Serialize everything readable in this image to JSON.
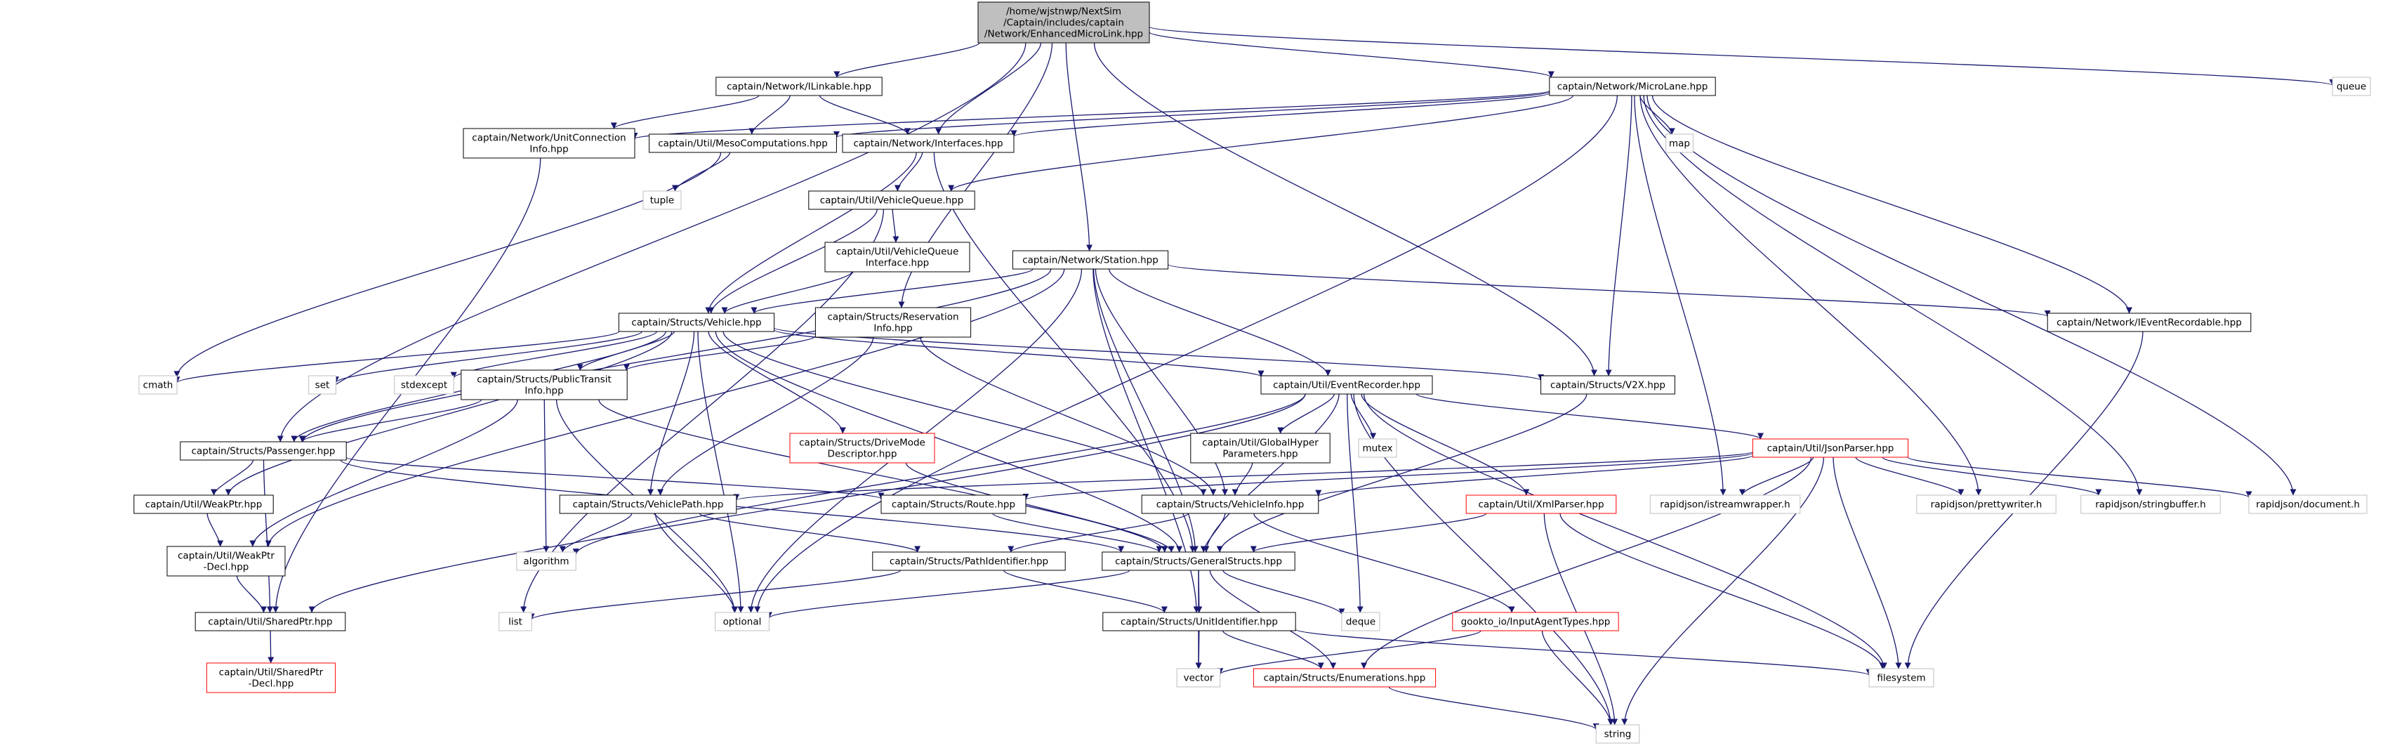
{
  "colors": {
    "edge": "#191970",
    "normal_border": "#000000",
    "external_border": "#bfbfbf",
    "missing_border": "#ff0000",
    "root_fill": "#bfbfbf",
    "text": "#000000"
  },
  "nodes": [
    {
      "id": "root",
      "kind": "root",
      "lines": [
        "/home/wjstnwp/NextSim",
        "/Captain/includes/captain",
        "/Network/EnhancedMicroLink.hpp"
      ]
    },
    {
      "id": "ilinkable",
      "kind": "normal",
      "lines": [
        "captain/Network/ILinkable.hpp"
      ]
    },
    {
      "id": "microlane",
      "kind": "normal",
      "lines": [
        "captain/Network/MicroLane.hpp"
      ]
    },
    {
      "id": "queue",
      "kind": "external",
      "lines": [
        "queue"
      ]
    },
    {
      "id": "unitconn",
      "kind": "normal",
      "lines": [
        "captain/Network/UnitConnection",
        "Info.hpp"
      ]
    },
    {
      "id": "meso",
      "kind": "normal",
      "lines": [
        "captain/Util/MesoComputations.hpp"
      ]
    },
    {
      "id": "interfaces",
      "kind": "normal",
      "lines": [
        "captain/Network/Interfaces.hpp"
      ]
    },
    {
      "id": "map",
      "kind": "external",
      "lines": [
        "map"
      ]
    },
    {
      "id": "tuple",
      "kind": "external",
      "lines": [
        "tuple"
      ]
    },
    {
      "id": "vqueue",
      "kind": "normal",
      "lines": [
        "captain/Util/VehicleQueue.hpp"
      ]
    },
    {
      "id": "vqiface",
      "kind": "normal",
      "lines": [
        "captain/Util/VehicleQueue",
        "Interface.hpp"
      ]
    },
    {
      "id": "station",
      "kind": "normal",
      "lines": [
        "captain/Network/Station.hpp"
      ]
    },
    {
      "id": "vehicle",
      "kind": "normal",
      "lines": [
        "captain/Structs/Vehicle.hpp"
      ]
    },
    {
      "id": "resinfo",
      "kind": "normal",
      "lines": [
        "captain/Structs/Reservation",
        "Info.hpp"
      ]
    },
    {
      "id": "ieventrec",
      "kind": "normal",
      "lines": [
        "captain/Network/IEventRecordable.hpp"
      ]
    },
    {
      "id": "cmath",
      "kind": "external",
      "lines": [
        "cmath"
      ]
    },
    {
      "id": "set",
      "kind": "external",
      "lines": [
        "set"
      ]
    },
    {
      "id": "stdexcept",
      "kind": "external",
      "lines": [
        "stdexcept"
      ]
    },
    {
      "id": "pubtransit",
      "kind": "normal",
      "lines": [
        "captain/Structs/PublicTransit",
        "Info.hpp"
      ]
    },
    {
      "id": "eventrec",
      "kind": "normal",
      "lines": [
        "captain/Util/EventRecorder.hpp"
      ]
    },
    {
      "id": "v2x",
      "kind": "normal",
      "lines": [
        "captain/Structs/V2X.hpp"
      ]
    },
    {
      "id": "drivemode",
      "kind": "missing",
      "lines": [
        "captain/Structs/DriveMode",
        "Descriptor.hpp"
      ]
    },
    {
      "id": "mutex",
      "kind": "external",
      "lines": [
        "mutex"
      ]
    },
    {
      "id": "globalhyper",
      "kind": "normal",
      "lines": [
        "captain/Util/GlobalHyper",
        "Parameters.hpp"
      ]
    },
    {
      "id": "jsonparser",
      "kind": "missing",
      "lines": [
        "captain/Util/JsonParser.hpp"
      ]
    },
    {
      "id": "passenger",
      "kind": "normal",
      "lines": [
        "captain/Structs/Passenger.hpp"
      ]
    },
    {
      "id": "weakptr",
      "kind": "normal",
      "lines": [
        "captain/Util/WeakPtr.hpp"
      ]
    },
    {
      "id": "vpath",
      "kind": "normal",
      "lines": [
        "captain/Structs/VehiclePath.hpp"
      ]
    },
    {
      "id": "route",
      "kind": "normal",
      "lines": [
        "captain/Structs/Route.hpp"
      ]
    },
    {
      "id": "vinfo",
      "kind": "normal",
      "lines": [
        "captain/Structs/VehicleInfo.hpp"
      ]
    },
    {
      "id": "xmlparser",
      "kind": "missing",
      "lines": [
        "captain/Util/XmlParser.hpp"
      ]
    },
    {
      "id": "rjistream",
      "kind": "external",
      "lines": [
        "rapidjson/istreamwrapper.h"
      ]
    },
    {
      "id": "rjpretty",
      "kind": "external",
      "lines": [
        "rapidjson/prettywriter.h"
      ]
    },
    {
      "id": "rjsbuf",
      "kind": "external",
      "lines": [
        "rapidjson/stringbuffer.h"
      ]
    },
    {
      "id": "rjdoc",
      "kind": "external",
      "lines": [
        "rapidjson/document.h"
      ]
    },
    {
      "id": "weakptrdecl",
      "kind": "normal",
      "lines": [
        "captain/Util/WeakPtr",
        "-Decl.hpp"
      ]
    },
    {
      "id": "algorithm",
      "kind": "external",
      "lines": [
        "algorithm"
      ]
    },
    {
      "id": "pathid",
      "kind": "normal",
      "lines": [
        "captain/Structs/PathIdentifier.hpp"
      ]
    },
    {
      "id": "general",
      "kind": "normal",
      "lines": [
        "captain/Structs/GeneralStructs.hpp"
      ]
    },
    {
      "id": "sharedptr",
      "kind": "normal",
      "lines": [
        "captain/Util/SharedPtr.hpp"
      ]
    },
    {
      "id": "list",
      "kind": "external",
      "lines": [
        "list"
      ]
    },
    {
      "id": "optional",
      "kind": "external",
      "lines": [
        "optional"
      ]
    },
    {
      "id": "unitid",
      "kind": "normal",
      "lines": [
        "captain/Structs/UnitIdentifier.hpp"
      ]
    },
    {
      "id": "deque",
      "kind": "external",
      "lines": [
        "deque"
      ]
    },
    {
      "id": "gookto",
      "kind": "missing",
      "lines": [
        "gookto_io/InputAgentTypes.hpp"
      ]
    },
    {
      "id": "filesystem",
      "kind": "external",
      "lines": [
        "filesystem"
      ]
    },
    {
      "id": "shareddecl",
      "kind": "missing",
      "lines": [
        "captain/Util/SharedPtr",
        "-Decl.hpp"
      ]
    },
    {
      "id": "vector",
      "kind": "external",
      "lines": [
        "vector"
      ]
    },
    {
      "id": "enumerations",
      "kind": "missing",
      "lines": [
        "captain/Structs/Enumerations.hpp"
      ]
    },
    {
      "id": "string",
      "kind": "external",
      "lines": [
        "string"
      ]
    }
  ],
  "edges": [
    [
      "root",
      "ilinkable"
    ],
    [
      "root",
      "microlane"
    ],
    [
      "root",
      "queue"
    ],
    [
      "root",
      "interfaces"
    ],
    [
      "root",
      "resinfo"
    ],
    [
      "root",
      "station"
    ],
    [
      "root",
      "passenger"
    ],
    [
      "root",
      "v2x"
    ],
    [
      "ilinkable",
      "unitconn"
    ],
    [
      "ilinkable",
      "meso"
    ],
    [
      "ilinkable",
      "interfaces"
    ],
    [
      "microlane",
      "unitconn"
    ],
    [
      "microlane",
      "meso"
    ],
    [
      "microlane",
      "interfaces"
    ],
    [
      "microlane",
      "map"
    ],
    [
      "microlane",
      "vqueue"
    ],
    [
      "microlane",
      "ieventrec"
    ],
    [
      "microlane",
      "v2x"
    ],
    [
      "microlane",
      "rjistream"
    ],
    [
      "microlane",
      "rjpretty"
    ],
    [
      "microlane",
      "rjsbuf"
    ],
    [
      "microlane",
      "rjdoc"
    ],
    [
      "microlane",
      "optional"
    ],
    [
      "unitconn",
      "sharedptr"
    ],
    [
      "meso",
      "tuple"
    ],
    [
      "meso",
      "cmath"
    ],
    [
      "interfaces",
      "vqueue"
    ],
    [
      "interfaces",
      "vehicle"
    ],
    [
      "interfaces",
      "general"
    ],
    [
      "vqueue",
      "vqiface"
    ],
    [
      "vqueue",
      "vehicle"
    ],
    [
      "vqueue",
      "list"
    ],
    [
      "vqiface",
      "vehicle"
    ],
    [
      "station",
      "vehicle"
    ],
    [
      "station",
      "passenger"
    ],
    [
      "station",
      "eventrec"
    ],
    [
      "station",
      "ieventrec"
    ],
    [
      "station",
      "general"
    ],
    [
      "station",
      "vinfo"
    ],
    [
      "station",
      "weakptrdecl"
    ],
    [
      "station",
      "optional"
    ],
    [
      "station",
      "unitid"
    ],
    [
      "vehicle",
      "cmath"
    ],
    [
      "vehicle",
      "set"
    ],
    [
      "vehicle",
      "stdexcept"
    ],
    [
      "vehicle",
      "pubtransit"
    ],
    [
      "vehicle",
      "eventrec"
    ],
    [
      "vehicle",
      "v2x"
    ],
    [
      "vehicle",
      "drivemode"
    ],
    [
      "vehicle",
      "passenger"
    ],
    [
      "vehicle",
      "weakptr"
    ],
    [
      "vehicle",
      "vpath"
    ],
    [
      "vehicle",
      "vinfo"
    ],
    [
      "vehicle",
      "general"
    ],
    [
      "vehicle",
      "optional"
    ],
    [
      "resinfo",
      "pubtransit"
    ],
    [
      "resinfo",
      "vpath"
    ],
    [
      "resinfo",
      "vinfo"
    ],
    [
      "ieventrec",
      "filesystem"
    ],
    [
      "pubtransit",
      "passenger"
    ],
    [
      "pubtransit",
      "algorithm"
    ],
    [
      "pubtransit",
      "optional"
    ],
    [
      "pubtransit",
      "general"
    ],
    [
      "pubtransit",
      "weakptrdecl"
    ],
    [
      "eventrec",
      "mutex"
    ],
    [
      "eventrec",
      "globalhyper"
    ],
    [
      "eventrec",
      "jsonparser"
    ],
    [
      "eventrec",
      "xmlparser"
    ],
    [
      "eventrec",
      "general"
    ],
    [
      "eventrec",
      "deque"
    ],
    [
      "eventrec",
      "string"
    ],
    [
      "eventrec",
      "filesystem"
    ],
    [
      "eventrec",
      "sharedptr"
    ],
    [
      "eventrec",
      "algorithm"
    ],
    [
      "v2x",
      "general"
    ],
    [
      "drivemode",
      "general"
    ],
    [
      "globalhyper",
      "vinfo"
    ],
    [
      "jsonparser",
      "rjistream"
    ],
    [
      "jsonparser",
      "rjpretty"
    ],
    [
      "jsonparser",
      "rjsbuf"
    ],
    [
      "jsonparser",
      "rjdoc"
    ],
    [
      "jsonparser",
      "filesystem"
    ],
    [
      "jsonparser",
      "string"
    ],
    [
      "jsonparser",
      "route"
    ],
    [
      "jsonparser",
      "vinfo"
    ],
    [
      "jsonparser",
      "vpath"
    ],
    [
      "jsonparser",
      "enumerations"
    ],
    [
      "passenger",
      "weakptr"
    ],
    [
      "passenger",
      "route"
    ],
    [
      "passenger",
      "general"
    ],
    [
      "passenger",
      "sharedptr"
    ],
    [
      "weakptr",
      "weakptrdecl"
    ],
    [
      "vpath",
      "algorithm"
    ],
    [
      "vpath",
      "pathid"
    ],
    [
      "vpath",
      "optional"
    ],
    [
      "route",
      "general"
    ],
    [
      "vinfo",
      "pathid"
    ],
    [
      "vinfo",
      "general"
    ],
    [
      "vinfo",
      "gookto"
    ],
    [
      "xmlparser",
      "general"
    ],
    [
      "xmlparser",
      "string"
    ],
    [
      "xmlparser",
      "filesystem"
    ],
    [
      "weakptrdecl",
      "sharedptr"
    ],
    [
      "pathid",
      "unitid"
    ],
    [
      "pathid",
      "list"
    ],
    [
      "general",
      "unitid"
    ],
    [
      "general",
      "enumerations"
    ],
    [
      "general",
      "vector"
    ],
    [
      "general",
      "deque"
    ],
    [
      "general",
      "optional"
    ],
    [
      "sharedptr",
      "shareddecl"
    ],
    [
      "unitid",
      "enumerations"
    ],
    [
      "unitid",
      "vector"
    ],
    [
      "unitid",
      "filesystem"
    ],
    [
      "gookto",
      "vector"
    ],
    [
      "gookto",
      "string"
    ],
    [
      "enumerations",
      "string"
    ]
  ]
}
